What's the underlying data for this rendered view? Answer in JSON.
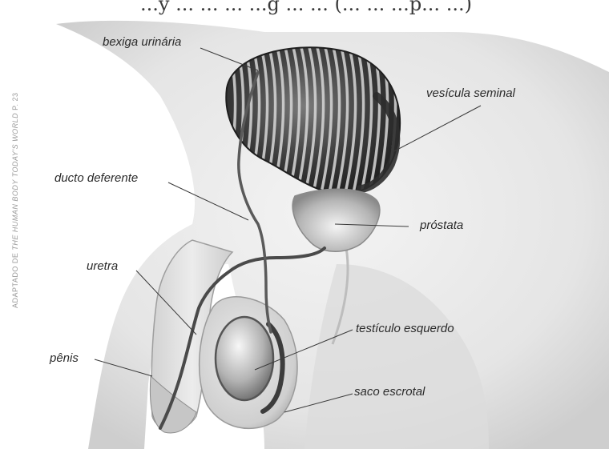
{
  "header": {
    "cut_text": "...y ... ... ... ...g ... ... (... ... ...p... ...)"
  },
  "credit": {
    "prefix": "ADAPTADO DE",
    "title": "THE HUMAN BODY TODAY'S WORLD",
    "page": "P. 23"
  },
  "labels": {
    "bexiga": "bexiga urinária",
    "vesicula": "vesícula seminal",
    "ducto": "ducto deferente",
    "prostata": "próstata",
    "uretra": "uretra",
    "testiculo": "testículo esquerdo",
    "penis": "pênis",
    "saco": "saco escrotal"
  },
  "colors": {
    "line": "#3a3a3a",
    "organ_dark": "#2b2b2b",
    "organ_light": "#bdbdbd",
    "skin": "#e6e6e6"
  }
}
